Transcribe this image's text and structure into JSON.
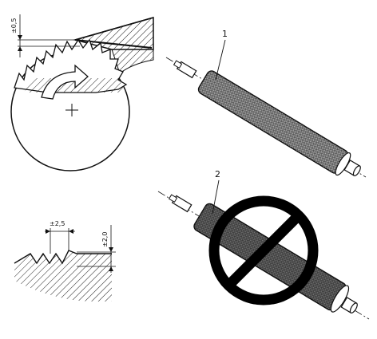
{
  "labels": {
    "roll_1": "1",
    "roll_2": "2"
  },
  "dimensions": {
    "tooth_offset": "±0,5",
    "thread_pitch": "±2,5",
    "thread_depth": "±2,0"
  },
  "icons": {
    "rotation": "rotation-arrow-icon",
    "prohibited": "prohibited-icon"
  },
  "colors": {
    "line": "#111111",
    "background": "#ffffff",
    "arrow_fill": "#ffffff"
  }
}
